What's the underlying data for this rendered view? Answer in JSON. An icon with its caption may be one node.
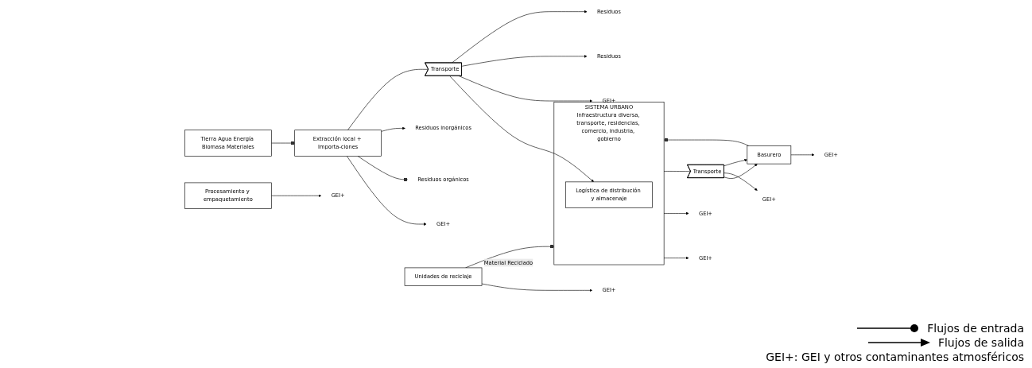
{
  "diagram": {
    "nodes": [
      {
        "text": [
          "Tierra Agua Energía Biomasa Materiales"
        ]
      },
      {
        "text": [
          "Extracción local + Importa-ciones"
        ]
      },
      {
        "text": [
          "GEI+"
        ]
      },
      {
        "text": [
          "Residuos orgánicos"
        ]
      },
      {
        "text": [
          "Residuos inorgánicos"
        ]
      },
      {
        "text": [
          "Procesamiento y empaquetamiento"
        ]
      },
      {
        "text": [
          "GEI+"
        ]
      },
      {
        "text": [
          "GEI+"
        ]
      },
      {
        "text": [
          "Transporte"
        ]
      },
      {
        "text": [
          "Residuos"
        ]
      },
      {
        "text": [
          "Residuos"
        ]
      },
      {
        "text": [
          "SISTEMA URBANO",
          "Infraestructura diversa, transporte, residencias, comercio, industria, gobierno"
        ]
      },
      {
        "text": [
          "Logística de distribución y almacenaje"
        ],
        "in": 11
      },
      {
        "text": [
          "GEI+"
        ]
      },
      {
        "text": [
          "GEI+"
        ]
      },
      {
        "text": [
          "Unidades de reciclaje"
        ]
      },
      {
        "text": [
          "GEI+"
        ]
      },
      {
        "text": [
          "GEI+"
        ]
      },
      {
        "text": [
          "Transporte"
        ]
      },
      {
        "text": [
          "Basurero"
        ]
      },
      {
        "text": [
          "GEI+"
        ]
      }
    ],
    "edges": [
      {
        "from": 0,
        "to": 1,
        "arrow": "other"
      },
      {
        "from": 1,
        "to": 2,
        "arrow": "to"
      },
      {
        "from": 1,
        "to": 3,
        "arrow": "other"
      },
      {
        "from": 1,
        "to": 4,
        "arrow": "to"
      },
      {
        "from": 1,
        "to": 8,
        "arrow": "none"
      },
      {
        "from": 8,
        "to": 12,
        "arrow": "to"
      },
      {
        "from": 8,
        "to": 7,
        "arrow": "to"
      },
      {
        "from": 5,
        "to": 6,
        "arrow": "to"
      },
      {
        "from": 8,
        "to": 9,
        "arrow": "to"
      },
      {
        "from": 8,
        "to": 10,
        "arrow": "to"
      },
      {
        "from": 11,
        "to": 13,
        "arrow": "to"
      },
      {
        "from": 11,
        "to": 14,
        "arrow": "to"
      },
      {
        "from": 15,
        "to": 11,
        "arrow": "other",
        "label": "Material Reciclado"
      },
      {
        "from": 15,
        "to": 16,
        "arrow": "to"
      },
      {
        "from": 11,
        "to": 18,
        "arrow": "none"
      },
      {
        "from": 18,
        "to": 19,
        "arrow": "to"
      },
      {
        "from": 18,
        "to": 17,
        "arrow": "to"
      },
      {
        "from": 18,
        "to": 19,
        "arrow": "to"
      },
      {
        "from": 19,
        "to": 11,
        "arrow": "other"
      },
      {
        "from": 19,
        "to": 20,
        "arrow": "to"
      }
    ],
    "labels": [
      "GEI+: GEI y otros contaminantes atmosféricos"
    ],
    "legend": [
      {
        "text": "Flujos de entrada"
      },
      {
        "text": "Flujos de salida"
      }
    ]
  }
}
